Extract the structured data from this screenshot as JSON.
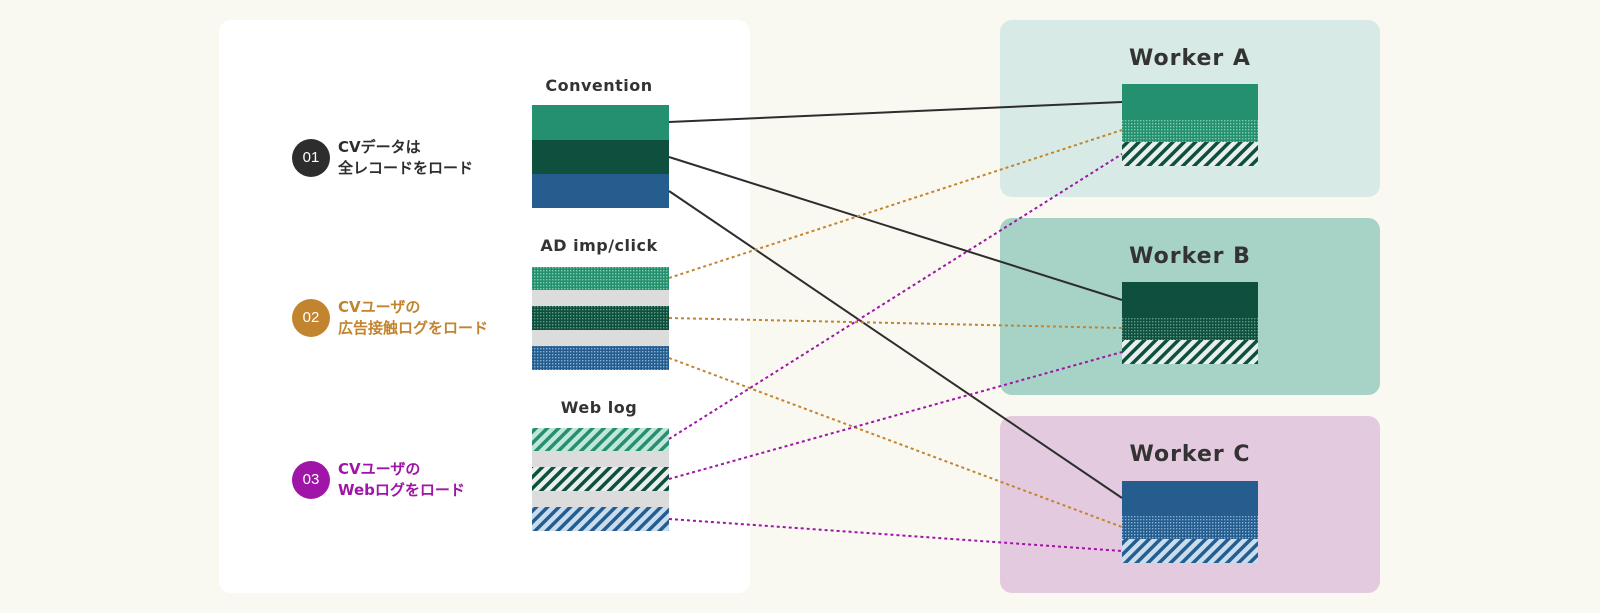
{
  "colors": {
    "background": "#f9f8f1",
    "green_light": "#24906f",
    "green_dark": "#0f4f3e",
    "blue": "#255e8e",
    "step1": "#2d2d2d",
    "step2": "#c2842f",
    "step3": "#9e15a7"
  },
  "source_groups": {
    "convention": {
      "label": "Convention"
    },
    "ad": {
      "label": "AD imp/click"
    },
    "web": {
      "label": "Web log"
    }
  },
  "steps": [
    {
      "number": "01",
      "line1": "CVデータは",
      "line2": "全レコードをロード"
    },
    {
      "number": "02",
      "line1": "CVユーザの",
      "line2": "広告接触ログをロード"
    },
    {
      "number": "03",
      "line1": "CVユーザの",
      "line2": "Webログをロード"
    }
  ],
  "workers": [
    {
      "title": "Worker A"
    },
    {
      "title": "Worker B"
    },
    {
      "title": "Worker C"
    }
  ],
  "connections": [
    {
      "from": "convention.green-light",
      "to": "worker-a",
      "style": "solid",
      "step": "01"
    },
    {
      "from": "convention.green-dark",
      "to": "worker-b",
      "style": "solid",
      "step": "01"
    },
    {
      "from": "convention.blue",
      "to": "worker-c",
      "style": "solid",
      "step": "01"
    },
    {
      "from": "ad.green-light",
      "to": "worker-a",
      "style": "dotted",
      "step": "02"
    },
    {
      "from": "ad.green-dark",
      "to": "worker-b",
      "style": "dotted",
      "step": "02"
    },
    {
      "from": "ad.blue",
      "to": "worker-c",
      "style": "dotted",
      "step": "02"
    },
    {
      "from": "web.green-light",
      "to": "worker-a",
      "style": "dotted",
      "step": "03"
    },
    {
      "from": "web.green-dark",
      "to": "worker-b",
      "style": "dotted",
      "step": "03"
    },
    {
      "from": "web.blue",
      "to": "worker-c",
      "style": "dotted",
      "step": "03"
    }
  ]
}
